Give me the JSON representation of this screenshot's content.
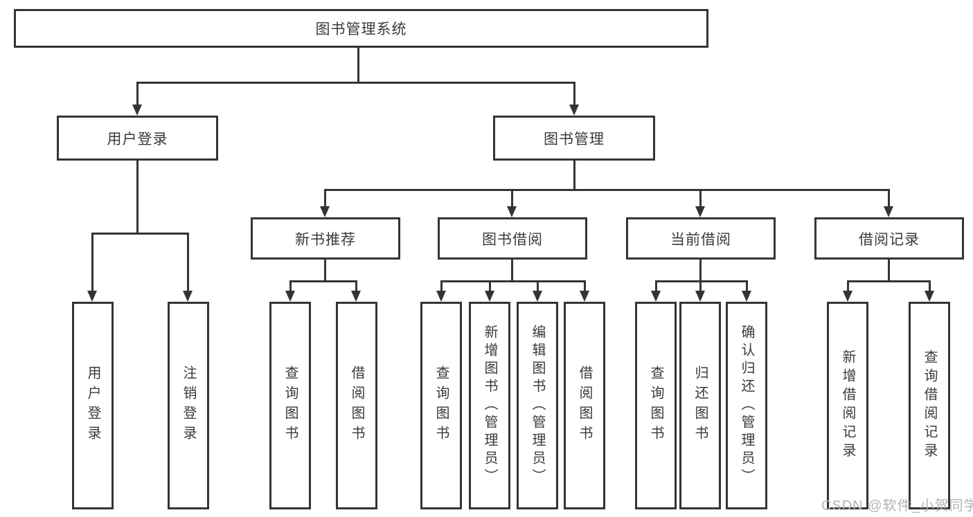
{
  "tree": {
    "root": "图书管理系统",
    "branches": [
      {
        "label": "用户登录",
        "children": [
          "用户登录",
          "注销登录"
        ]
      },
      {
        "label": "图书管理",
        "children": [
          {
            "label": "新书推荐",
            "children": [
              "查询图书",
              "借阅图书"
            ]
          },
          {
            "label": "图书借阅",
            "children": [
              "查询图书",
              "新增图书（管理员）",
              "编辑图书（管理员）",
              "借阅图书"
            ]
          },
          {
            "label": "当前借阅",
            "children": [
              "查询图书",
              "归还图书",
              "确认归还（管理员）"
            ]
          },
          {
            "label": "借阅记录",
            "children": [
              "新增借阅记录",
              "查询借阅记录"
            ]
          }
        ]
      }
    ]
  },
  "watermark": "CSDN @软件_小贺同学",
  "colors": {
    "line": "#343434",
    "text": "#3a3a3a",
    "box_bg": "#ffffff",
    "watermark": "#b4b4b4"
  }
}
